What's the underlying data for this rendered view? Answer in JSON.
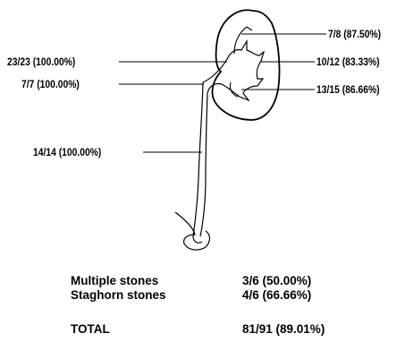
{
  "labels": {
    "upper_calyx": "7/8  (87.50%)",
    "middle_calyx": "10/12  (83.33%)",
    "lower_calyx": "13/15  (86.66%)",
    "pelvis": "23/23  (100.00%)",
    "upj": "7/7  (100.00%)",
    "ureter": "14/14  (100.00%)"
  },
  "summary": {
    "multiple_label": "Multiple stones",
    "multiple_value": "3/6 (50.00%)",
    "staghorn_label": "Staghorn stones",
    "staghorn_value": "4/6 (66.66%)",
    "total_label": "TOTAL",
    "total_value": "81/91 (89.01%)"
  }
}
